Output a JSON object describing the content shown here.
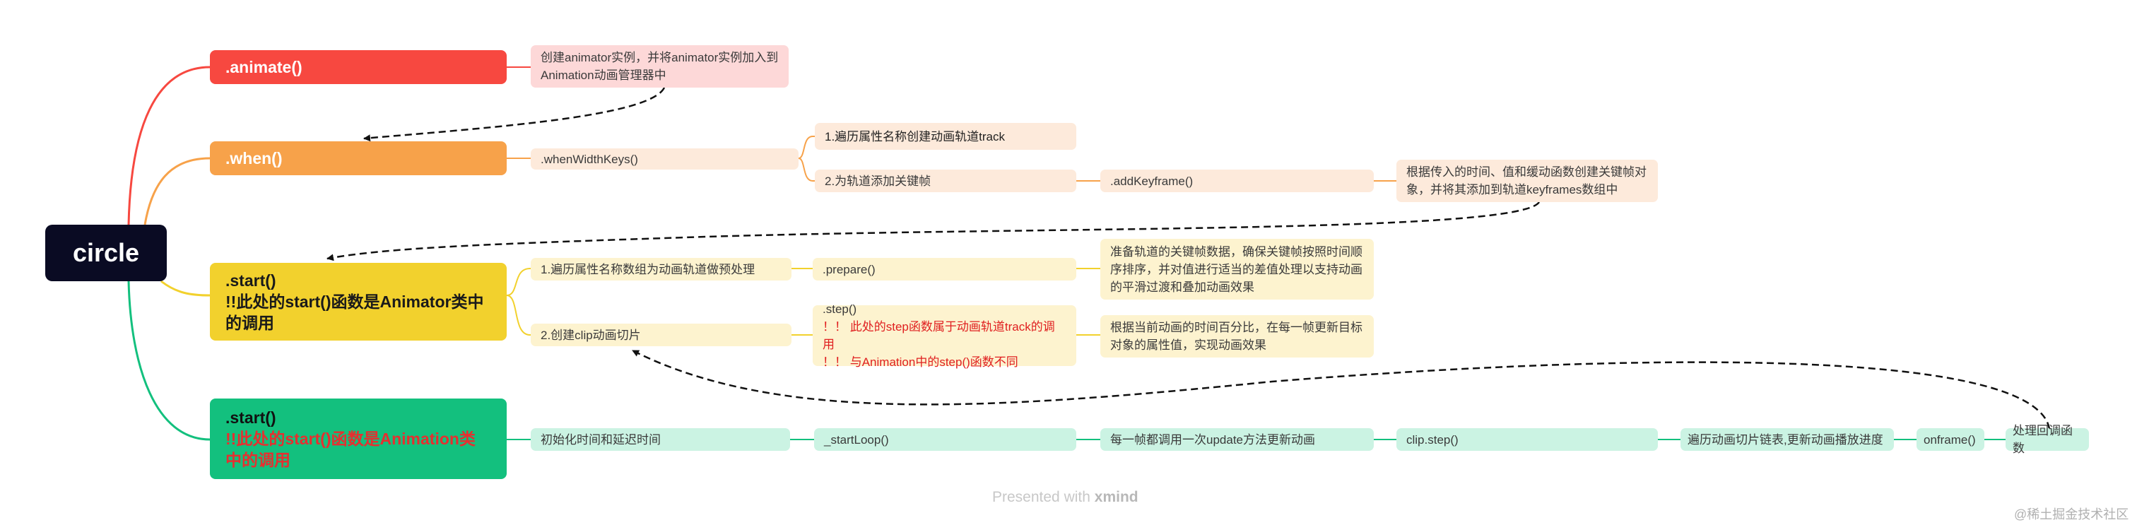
{
  "root": {
    "label": "circle"
  },
  "colors": {
    "red": "#f74840",
    "orange": "#f7a24a",
    "yellow": "#f2d12d",
    "green": "#13c07e"
  },
  "animate": {
    "title": ".animate()",
    "desc": "创建animator实例，并将animator实例加入到Animation动画管理器中"
  },
  "when": {
    "title": ".when()",
    "step1": ".whenWidthKeys()",
    "branch1": "1.遍历属性名称创建动画轨道track",
    "branch2": "2.为轨道添加关键帧",
    "addKeyframe": ".addKeyframe()",
    "desc": "根据传入的时间、值和缓动函数创建关键帧对象，并将其添加到轨道keyframes数组中"
  },
  "start1": {
    "title_line1": ".start()",
    "title_line2": "!!此处的start()函数是Animator类中的调用",
    "branch1": "1.遍历属性名称数组为动画轨道做预处理",
    "prepare": ".prepare()",
    "prepare_desc": "准备轨道的关键帧数据，确保关键帧按照时间顺序排序，并对值进行适当的差值处理以支持动画的平滑过渡和叠加动画效果",
    "branch2": "2.创建clip动画切片",
    "step_line1": ".step()",
    "step_line2": "！！ 此处的step函数属于动画轨道track的调用",
    "step_line3": "！！ 与Animation中的step()函数不同",
    "step_desc": "根据当前动画的时间百分比，在每一帧更新目标对象的属性值，实现动画效果"
  },
  "start2": {
    "title_line1": ".start()",
    "title_line2": "!!此处的start()函数是Animation类中的调用",
    "n1": "初始化时间和延迟时间",
    "n2": "_startLoop()",
    "n3": "每一帧都调用一次update方法更新动画",
    "n4": "clip.step()",
    "n5": "遍历动画切片链表,更新动画播放进度",
    "n6": "onframe()",
    "n7": "处理回调函数"
  },
  "footer": {
    "prefix": "Presented with",
    "brand": "xmind"
  },
  "watermark": "@稀土掘金技术社区"
}
